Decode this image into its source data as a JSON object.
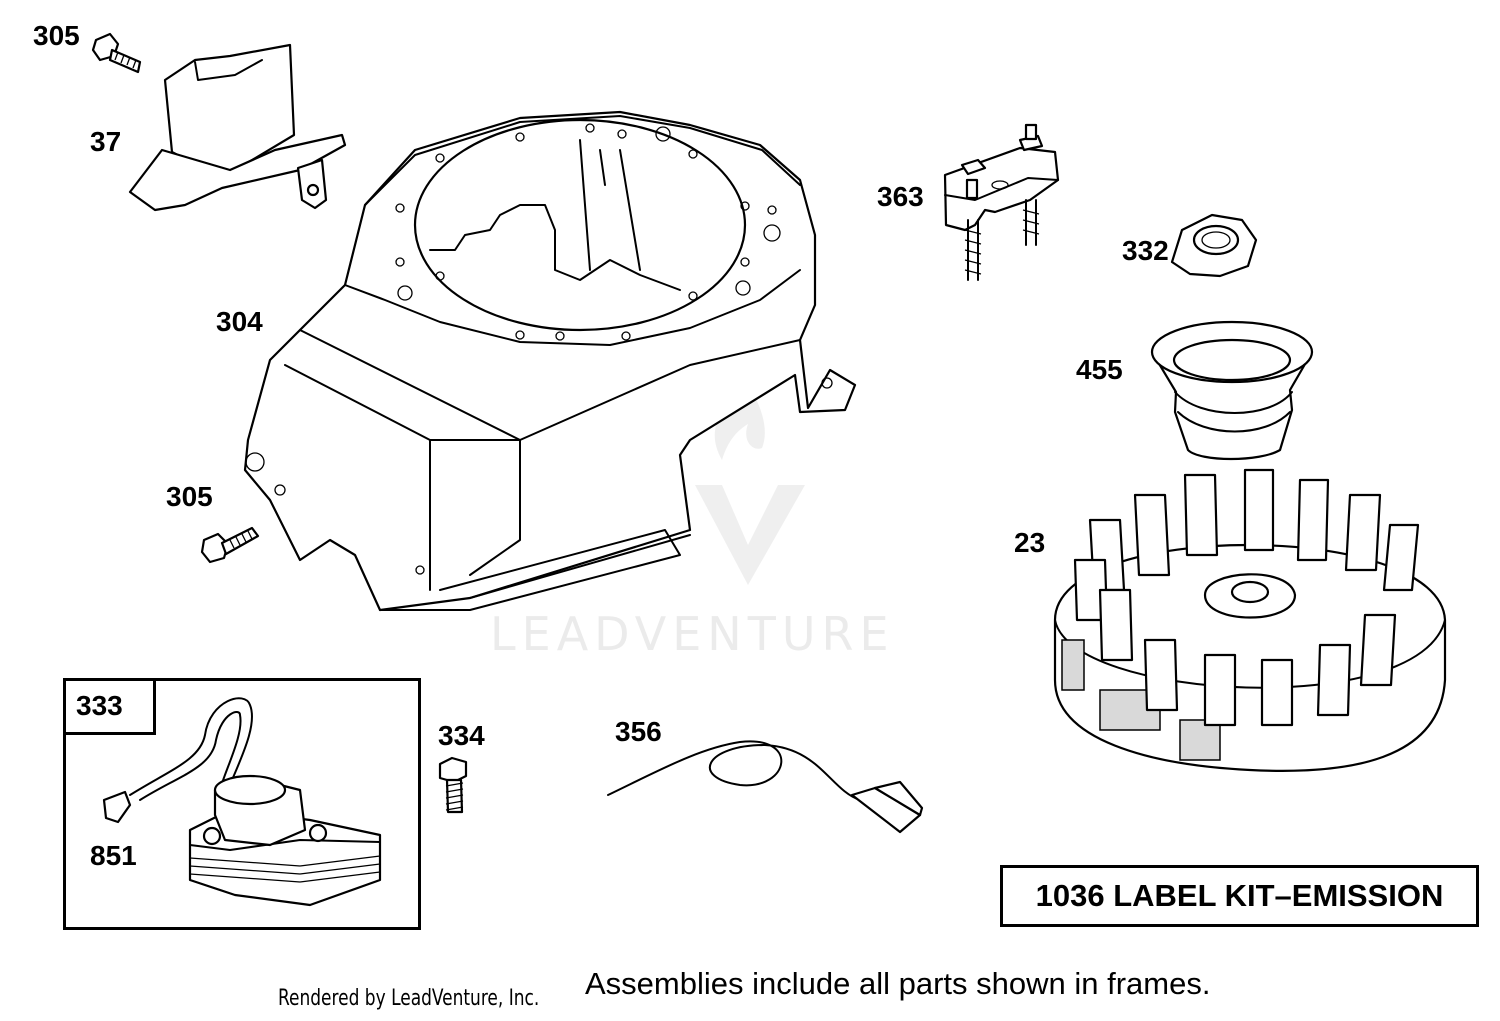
{
  "diagram": {
    "callouts": {
      "p305_top": "305",
      "p37": "37",
      "p304": "304",
      "p305_mid": "305",
      "p363": "363",
      "p332": "332",
      "p455": "455",
      "p23": "23",
      "p333": "333",
      "p851": "851",
      "p334": "334",
      "p356": "356"
    },
    "kit_label": "1036 LABEL KIT–EMISSION",
    "frames_note": "Assemblies include all parts shown in frames.",
    "credit": "Rendered by LeadVenture, Inc.",
    "watermark": "LEADVENTURE",
    "colors": {
      "line": "#000000",
      "background": "#ffffff",
      "watermark": "#ebebeb"
    }
  }
}
